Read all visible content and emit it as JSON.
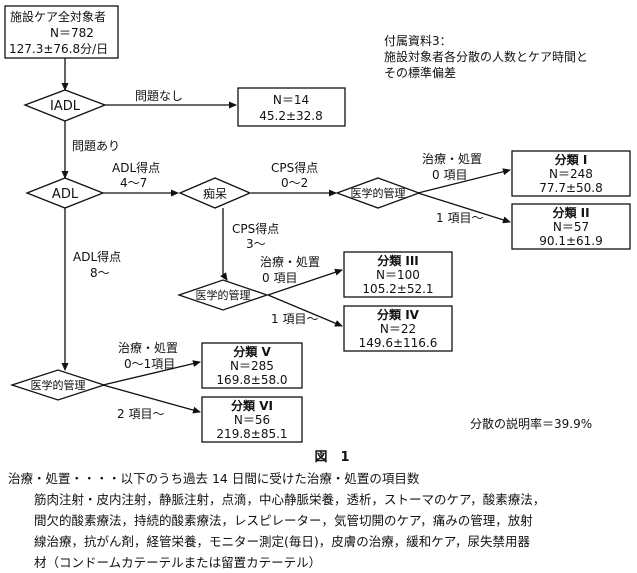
{
  "diagram": {
    "root": {
      "line1": "施設ケア全対象者",
      "line2": "N＝782",
      "line3": "127.3±76.8分/日"
    },
    "caption": {
      "line1": "付属資料3：",
      "line2": "施設対象者各分散の人数とケア時間と",
      "line3": "その標準偏差"
    },
    "decisions": {
      "iadl": "IADL",
      "adl": "ADL",
      "chiho": "痴呆",
      "med1": "医学的管理",
      "med2": "医学的管理",
      "med3": "医学的管理"
    },
    "edges": {
      "iadl_none": "問題なし",
      "iadl_yes": "問題あり",
      "adl_4_7_a": "ADL得点",
      "adl_4_7_b": "4～7",
      "adl_8_a": "ADL得点",
      "adl_8_b": "8～",
      "cps_0_2_a": "CPS得点",
      "cps_0_2_b": "0～2",
      "cps_3_a": "CPS得点",
      "cps_3_b": "3～",
      "med1_0_a": "治療・処置",
      "med1_0_b": "0 項目",
      "med1_1": "1 項目～",
      "med2_0_a": "治療・処置",
      "med2_0_b": "0 項目",
      "med2_1": "1 項目～",
      "med3_0_a": "治療・処置",
      "med3_0_b": "0～1項目",
      "med3_2": "2 項目～"
    },
    "leaves": {
      "none": {
        "n": "N＝14",
        "time": "45.2±32.8"
      },
      "c1": {
        "title": "分類 I",
        "n": "N＝248",
        "time": "77.7±50.8"
      },
      "c2": {
        "title": "分類 II",
        "n": "N＝57",
        "time": "90.1±61.9"
      },
      "c3": {
        "title": "分類 III",
        "n": "N＝100",
        "time": "105.2±52.1"
      },
      "c4": {
        "title": "分類 IV",
        "n": "N＝22",
        "time": "149.6±116.6"
      },
      "c5": {
        "title": "分類 V",
        "n": "N＝285",
        "time": "169.8±58.0"
      },
      "c6": {
        "title": "分類 VI",
        "n": "N＝56",
        "time": "219.8±85.1"
      }
    },
    "explained_variance": "分散の説明率＝39.9%",
    "figure_label": "図　1"
  },
  "footer": {
    "lines": [
      "治療・処置・・・・以下のうち過去 14 日間に受けた治療・処置の項目数",
      "筋肉注射・皮内注射，静脈注射，点滴，中心静脈栄養，透析，ストーマのケア，酸素療法，",
      "間欠的酸素療法，持続的酸素療法，レスピレーター，気管切開のケア，痛みの管理，放射",
      "線治療，抗がん剤，経管栄養，モニター測定(毎日)，皮膚の治療，緩和ケア，尿失禁用器",
      "材（コンドームカテーテルまたは留置カテーテル）"
    ]
  }
}
